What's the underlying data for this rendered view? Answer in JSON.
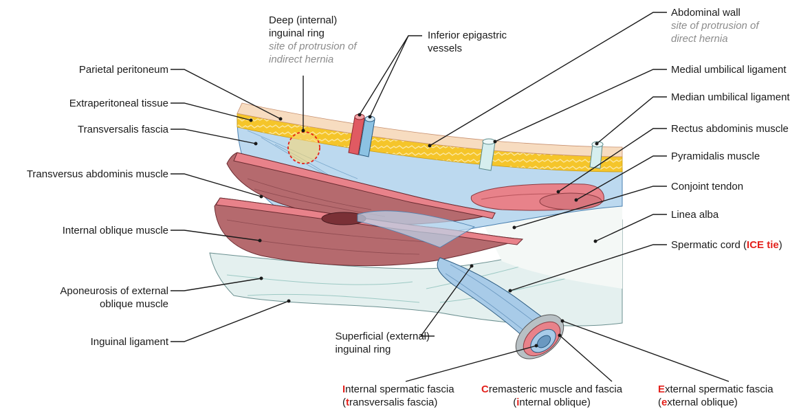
{
  "labels": {
    "parietal_peritoneum": "Parietal peritoneum",
    "extraperitoneal_tissue": "Extraperitoneal tissue",
    "transversalis_fascia": "Transversalis fascia",
    "transversus_abdominis": "Transversus abdominis muscle",
    "internal_oblique": "Internal oblique muscle",
    "aponeurosis_line1": "Aponeurosis of external",
    "aponeurosis_line2": "oblique muscle",
    "inguinal_ligament": "Inguinal ligament",
    "deep_ring_line1": "Deep (internal)",
    "deep_ring_line2": "inguinal ring",
    "deep_ring_note1": "site of protrusion of",
    "deep_ring_note2": "indirect hernia",
    "inferior_epigastric_line1": "Inferior epigastric",
    "inferior_epigastric_line2": "vessels",
    "abdominal_wall": "Abdominal wall",
    "abdominal_wall_note1": "site of protrusion of",
    "abdominal_wall_note2": "direct hernia",
    "medial_umbilical": "Medial umbilical ligament",
    "median_umbilical": "Median umbilical ligament",
    "rectus_abdominis": "Rectus abdominis muscle",
    "pyramidalis": "Pyramidalis muscle",
    "conjoint_tendon": "Conjoint tendon",
    "linea_alba": "Linea alba",
    "spermatic_cord_pre": "Spermatic cord (",
    "spermatic_cord_red": "ICE tie",
    "spermatic_cord_post": ")",
    "superficial_ring_line1": "Superficial (external)",
    "superficial_ring_line2": "inguinal ring",
    "isf_red": "I",
    "isf_rest": "nternal spermatic fascia",
    "isf_sub_pre": "(",
    "isf_sub_red": "t",
    "isf_sub_rest": "ransversalis fascia)",
    "crem_red": "C",
    "crem_rest": "remasteric muscle and fascia",
    "crem_sub_pre": "(",
    "crem_sub_red": "i",
    "crem_sub_rest": "nternal oblique)",
    "esf_red": "E",
    "esf_rest": "xternal spermatic fascia",
    "esf_sub_pre": "(",
    "esf_sub_red": "e",
    "esf_sub_rest": "xternal oblique)"
  },
  "colors": {
    "peritoneum": "#f7dcc0",
    "fat": "#f5c52a",
    "fascia": "#bcd9ef",
    "muscle": "#e8828a",
    "muscle_dark": "#b56a6e",
    "aponeurosis": "#e4f0ef",
    "accent_red": "#e3201b",
    "artery": "#e05a62",
    "vein": "#8cc2e3",
    "ligament": "#d6eeee",
    "note_grey": "#8c8c8c"
  }
}
